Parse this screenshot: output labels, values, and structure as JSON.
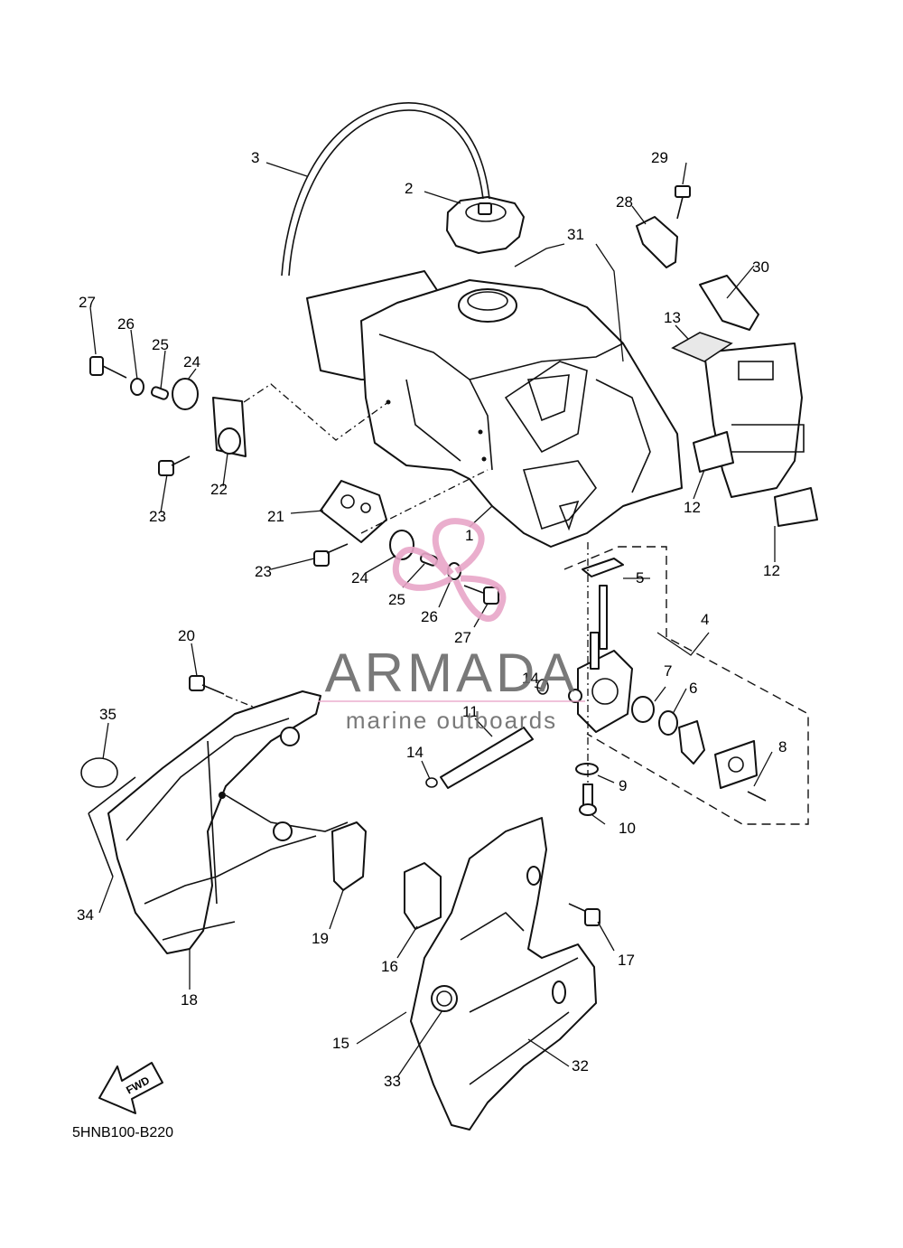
{
  "callouts": [
    {
      "id": "c1",
      "text": "1"
    },
    {
      "id": "c2",
      "text": "2"
    },
    {
      "id": "c3",
      "text": "3"
    },
    {
      "id": "c4",
      "text": "4"
    },
    {
      "id": "c5",
      "text": "5"
    },
    {
      "id": "c6",
      "text": "6"
    },
    {
      "id": "c7",
      "text": "7"
    },
    {
      "id": "c8",
      "text": "8"
    },
    {
      "id": "c9",
      "text": "9"
    },
    {
      "id": "c10",
      "text": "10"
    },
    {
      "id": "c11",
      "text": "11"
    },
    {
      "id": "c12a",
      "text": "12"
    },
    {
      "id": "c12b",
      "text": "12"
    },
    {
      "id": "c13",
      "text": "13"
    },
    {
      "id": "c14a",
      "text": "14"
    },
    {
      "id": "c14b",
      "text": "14"
    },
    {
      "id": "c15",
      "text": "15"
    },
    {
      "id": "c16",
      "text": "16"
    },
    {
      "id": "c17",
      "text": "17"
    },
    {
      "id": "c18",
      "text": "18"
    },
    {
      "id": "c19",
      "text": "19"
    },
    {
      "id": "c20",
      "text": "20"
    },
    {
      "id": "c21",
      "text": "21"
    },
    {
      "id": "c22",
      "text": "22"
    },
    {
      "id": "c23a",
      "text": "23"
    },
    {
      "id": "c23b",
      "text": "23"
    },
    {
      "id": "c24a",
      "text": "24"
    },
    {
      "id": "c24b",
      "text": "24"
    },
    {
      "id": "c25a",
      "text": "25"
    },
    {
      "id": "c25b",
      "text": "25"
    },
    {
      "id": "c26a",
      "text": "26"
    },
    {
      "id": "c26b",
      "text": "26"
    },
    {
      "id": "c27a",
      "text": "27"
    },
    {
      "id": "c27b",
      "text": "27"
    },
    {
      "id": "c28",
      "text": "28"
    },
    {
      "id": "c29",
      "text": "29"
    },
    {
      "id": "c30",
      "text": "30"
    },
    {
      "id": "c31",
      "text": "31"
    },
    {
      "id": "c32",
      "text": "32"
    },
    {
      "id": "c33",
      "text": "33"
    },
    {
      "id": "c34",
      "text": "34"
    },
    {
      "id": "c35",
      "text": "35"
    }
  ],
  "fwd_label": "FWD",
  "diagram_code": "5HNB100-B220",
  "watermark": {
    "brand": "ARMADA",
    "tagline": "marine outboards",
    "brand_color": "#6b6b6b",
    "logo_color": "#e8a6c8"
  }
}
